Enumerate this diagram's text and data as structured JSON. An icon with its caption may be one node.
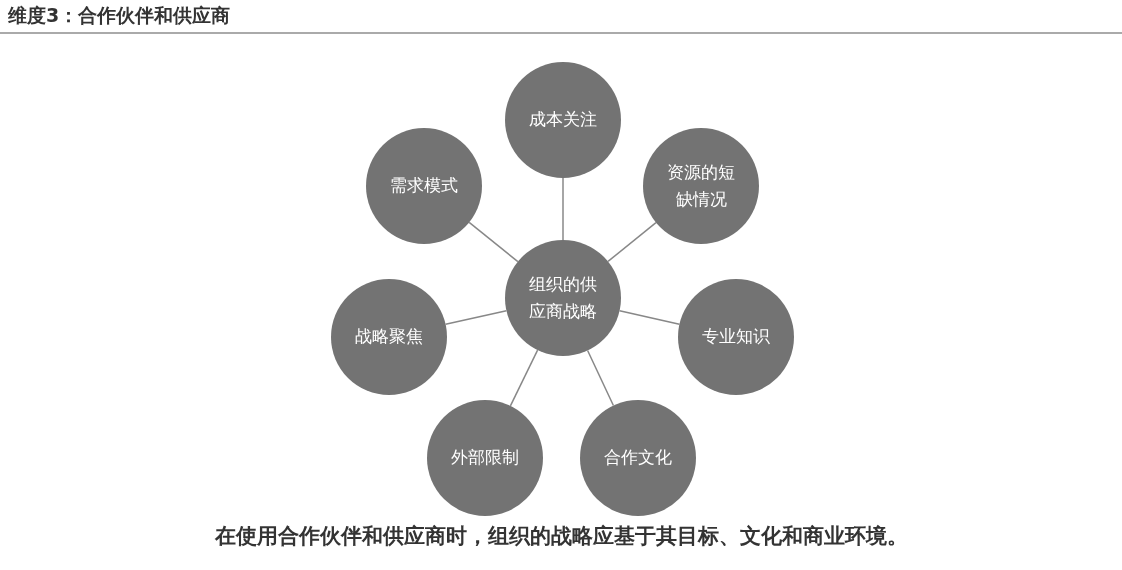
{
  "diagram": {
    "title": "维度3：合作伙伴和供应商",
    "caption": "在使用合作伙伴和供应商时，组织的战略应基于其目标、文化和商业环境。",
    "nodes": [
      {
        "text": [
          "组织的供应商战略"
        ]
      },
      {
        "text": [
          "成本关注"
        ]
      },
      {
        "text": [
          "资源的短缺情况"
        ]
      },
      {
        "text": [
          "专业知识"
        ]
      },
      {
        "text": [
          "合作文化"
        ]
      },
      {
        "text": [
          "外部限制"
        ]
      },
      {
        "text": [
          "战略聚焦"
        ]
      },
      {
        "text": [
          "需求模式"
        ]
      }
    ],
    "edges": [
      {
        "from": 0,
        "to": 1,
        "arrow": "none"
      },
      {
        "from": 0,
        "to": 2,
        "arrow": "none"
      },
      {
        "from": 0,
        "to": 3,
        "arrow": "none"
      },
      {
        "from": 0,
        "to": 4,
        "arrow": "none"
      },
      {
        "from": 0,
        "to": 5,
        "arrow": "none"
      },
      {
        "from": 0,
        "to": 6,
        "arrow": "none"
      },
      {
        "from": 0,
        "to": 7,
        "arrow": "none"
      }
    ]
  }
}
